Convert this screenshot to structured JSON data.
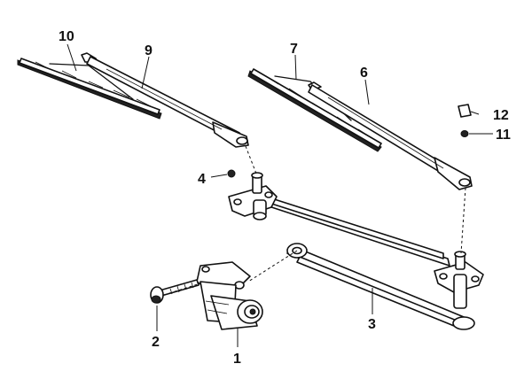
{
  "diagram": {
    "colors": {
      "ink": "#111111",
      "background": "#ffffff",
      "rubber": "#222222"
    },
    "callouts": [
      "1",
      "2",
      "3",
      "4",
      "6",
      "7",
      "9",
      "10",
      "11",
      "12"
    ]
  }
}
